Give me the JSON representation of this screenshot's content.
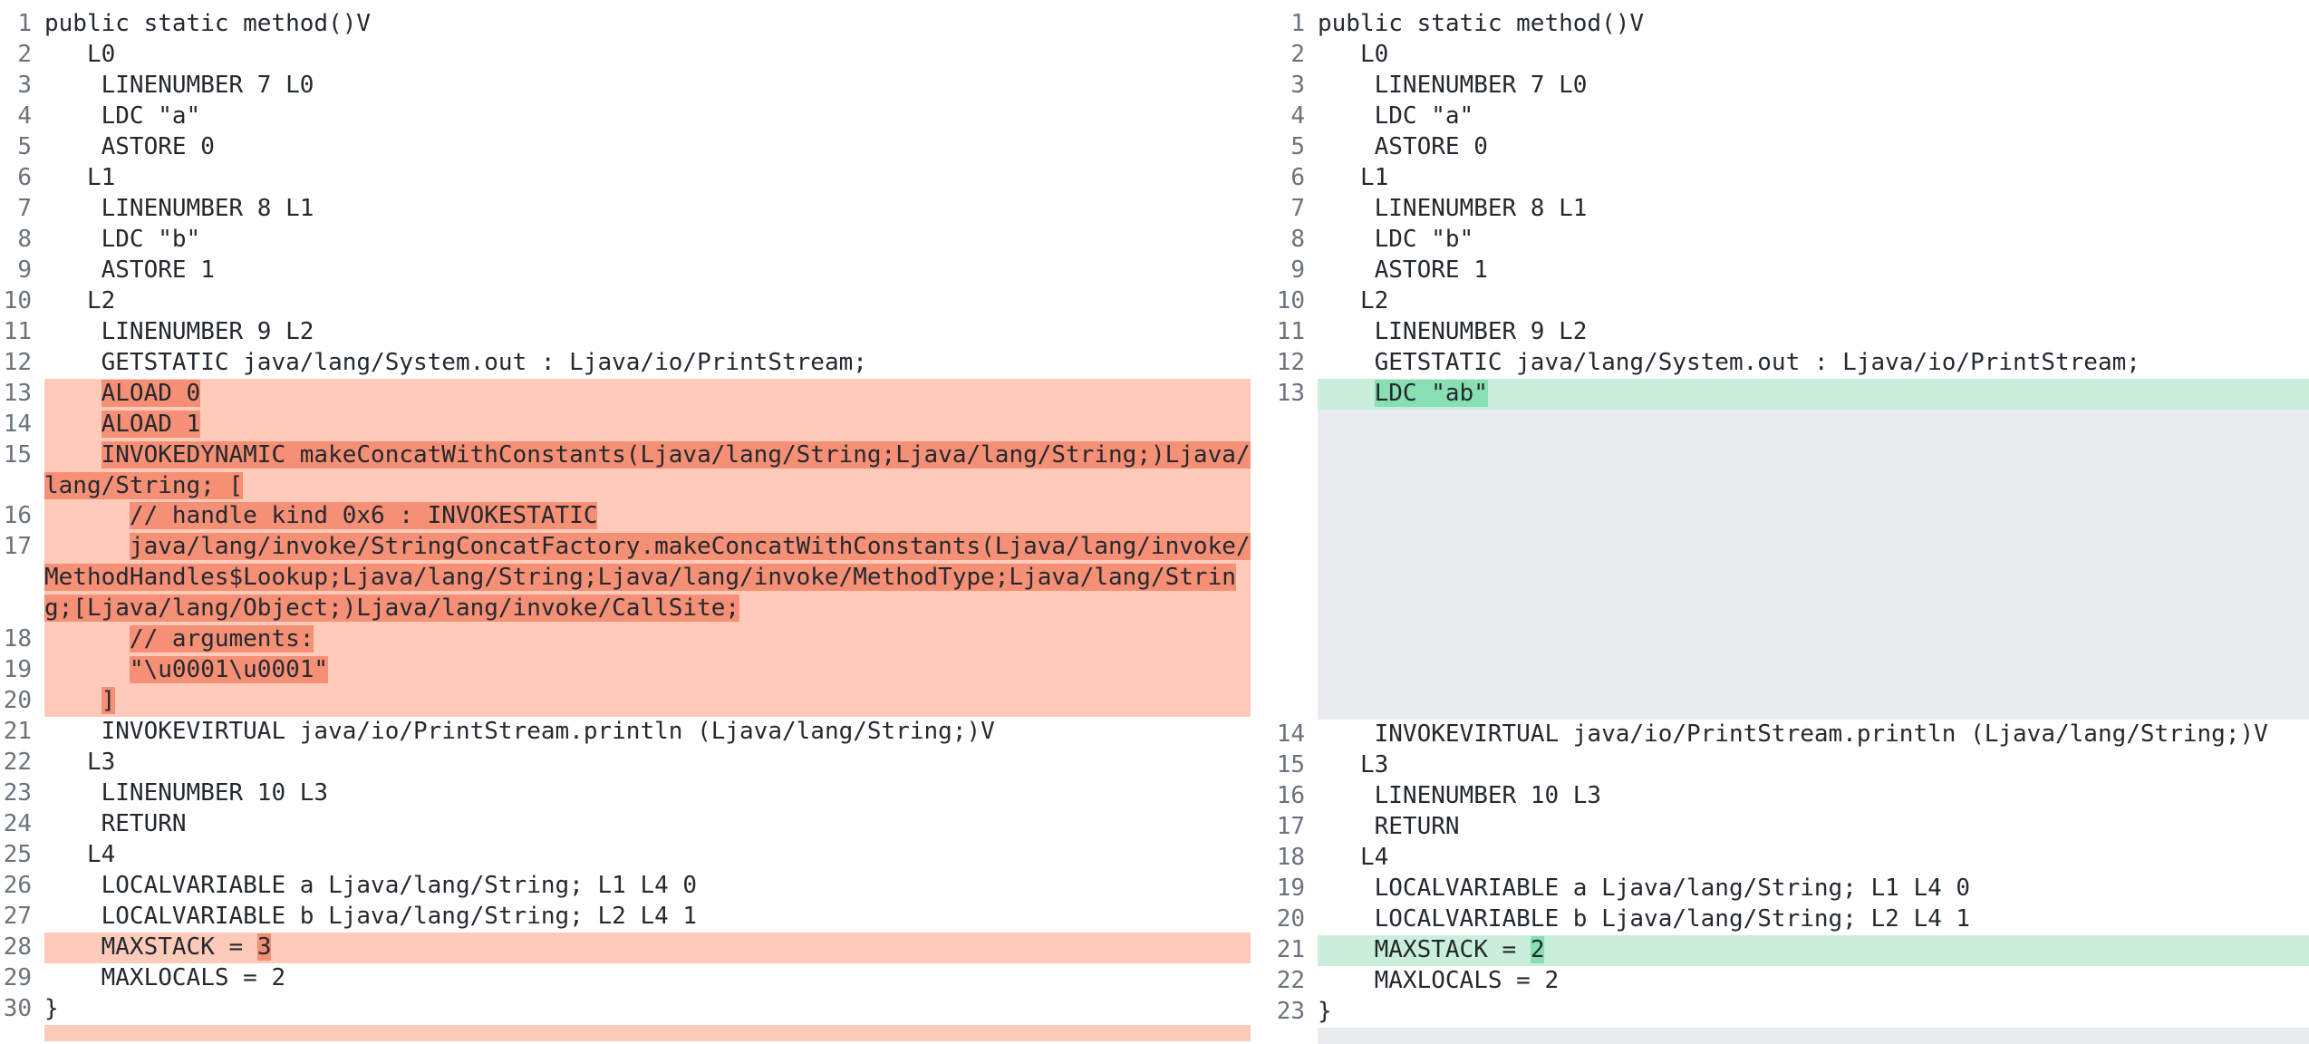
{
  "left": {
    "lines": [
      {
        "n": "1",
        "text": "public static method()V"
      },
      {
        "n": "2",
        "text": "   L0"
      },
      {
        "n": "3",
        "text": "    LINENUMBER 7 L0"
      },
      {
        "n": "4",
        "text": "    LDC \"a\""
      },
      {
        "n": "5",
        "text": "    ASTORE 0"
      },
      {
        "n": "6",
        "text": "   L1"
      },
      {
        "n": "7",
        "text": "    LINENUMBER 8 L1"
      },
      {
        "n": "8",
        "text": "    LDC \"b\""
      },
      {
        "n": "9",
        "text": "    ASTORE 1"
      },
      {
        "n": "10",
        "text": "   L2"
      },
      {
        "n": "11",
        "text": "    LINENUMBER 9 L2"
      },
      {
        "n": "12",
        "text": "    GETSTATIC java/lang/System.out : Ljava/io/PrintStream;"
      },
      {
        "n": "13",
        "type": "del",
        "prefix": "    ",
        "hl": "ALOAD 0"
      },
      {
        "n": "14",
        "type": "del",
        "prefix": "    ",
        "hl": "ALOAD 1"
      },
      {
        "n": "15",
        "type": "del",
        "prefix": "    ",
        "hl": "INVOKEDYNAMIC makeConcatWithConstants(Ljava/lang/String;Ljava/lang/String;)Ljava/lang/String; ["
      },
      {
        "n": "16",
        "type": "del",
        "prefix": "      ",
        "hl": "// handle kind 0x6 : INVOKESTATIC"
      },
      {
        "n": "17",
        "type": "del",
        "prefix": "      ",
        "hl": "java/lang/invoke/StringConcatFactory.makeConcatWithConstants(Ljava/lang/invoke/MethodHandles$Lookup;Ljava/lang/String;Ljava/lang/invoke/MethodType;Ljava/lang/String;[Ljava/lang/Object;)Ljava/lang/invoke/CallSite;"
      },
      {
        "n": "18",
        "type": "del",
        "prefix": "      ",
        "hl": "// arguments:"
      },
      {
        "n": "19",
        "type": "del",
        "prefix": "      ",
        "hl": "\"\\u0001\\u0001\""
      },
      {
        "n": "20",
        "type": "del",
        "prefix": "    ",
        "hl": "]"
      },
      {
        "n": "21",
        "text": "    INVOKEVIRTUAL java/io/PrintStream.println (Ljava/lang/String;)V"
      },
      {
        "n": "22",
        "text": "   L3"
      },
      {
        "n": "23",
        "text": "    LINENUMBER 10 L3"
      },
      {
        "n": "24",
        "text": "    RETURN"
      },
      {
        "n": "25",
        "text": "   L4"
      },
      {
        "n": "26",
        "text": "    LOCALVARIABLE a Ljava/lang/String; L1 L4 0"
      },
      {
        "n": "27",
        "text": "    LOCALVARIABLE b Ljava/lang/String; L2 L4 1"
      },
      {
        "n": "28",
        "type": "del",
        "prefix": "    MAXSTACK = ",
        "hl": "3"
      },
      {
        "n": "29",
        "text": "    MAXLOCALS = 2"
      },
      {
        "n": "30",
        "text": "}"
      }
    ]
  },
  "right": {
    "lines_top": [
      {
        "n": "1",
        "text": "public static method()V"
      },
      {
        "n": "2",
        "text": "   L0"
      },
      {
        "n": "3",
        "text": "    LINENUMBER 7 L0"
      },
      {
        "n": "4",
        "text": "    LDC \"a\""
      },
      {
        "n": "5",
        "text": "    ASTORE 0"
      },
      {
        "n": "6",
        "text": "   L1"
      },
      {
        "n": "7",
        "text": "    LINENUMBER 8 L1"
      },
      {
        "n": "8",
        "text": "    LDC \"b\""
      },
      {
        "n": "9",
        "text": "    ASTORE 1"
      },
      {
        "n": "10",
        "text": "   L2"
      },
      {
        "n": "11",
        "text": "    LINENUMBER 9 L2"
      },
      {
        "n": "12",
        "text": "    GETSTATIC java/lang/System.out : Ljava/io/PrintStream;"
      },
      {
        "n": "13",
        "type": "ins",
        "prefix": "    ",
        "hl": "LDC \"ab\""
      }
    ],
    "lines_bottom": [
      {
        "n": "14",
        "text": "    INVOKEVIRTUAL java/io/PrintStream.println (Ljava/lang/String;)V"
      },
      {
        "n": "15",
        "text": "   L3"
      },
      {
        "n": "16",
        "text": "    LINENUMBER 10 L3"
      },
      {
        "n": "17",
        "text": "    RETURN"
      },
      {
        "n": "18",
        "text": "   L4"
      },
      {
        "n": "19",
        "text": "    LOCALVARIABLE a Ljava/lang/String; L1 L4 0"
      },
      {
        "n": "20",
        "text": "    LOCALVARIABLE b Ljava/lang/String; L2 L4 1"
      },
      {
        "n": "21",
        "type": "ins",
        "prefix": "    MAXSTACK = ",
        "hl": "2"
      },
      {
        "n": "22",
        "text": "    MAXLOCALS = 2"
      },
      {
        "n": "23",
        "text": "}"
      }
    ]
  },
  "colors": {
    "deleted_line": "#fecbba",
    "deleted_word": "#f58f75",
    "inserted_line": "#c9eedb",
    "inserted_word": "#87dfb2",
    "filler": "#e9ecef",
    "line_number": "#6a737d"
  }
}
